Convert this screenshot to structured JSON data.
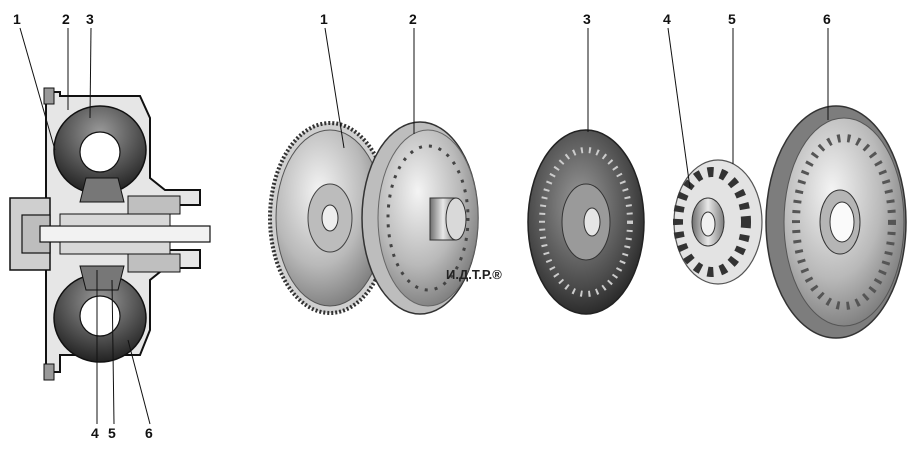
{
  "diagram": {
    "section_callouts": {
      "top": [
        "1",
        "2",
        "3"
      ],
      "bottom": [
        "4",
        "5",
        "6"
      ]
    },
    "exploded_callouts": [
      "1",
      "2",
      "3",
      "4",
      "5",
      "6"
    ],
    "watermark": "И.Д.Т.Р.®"
  }
}
